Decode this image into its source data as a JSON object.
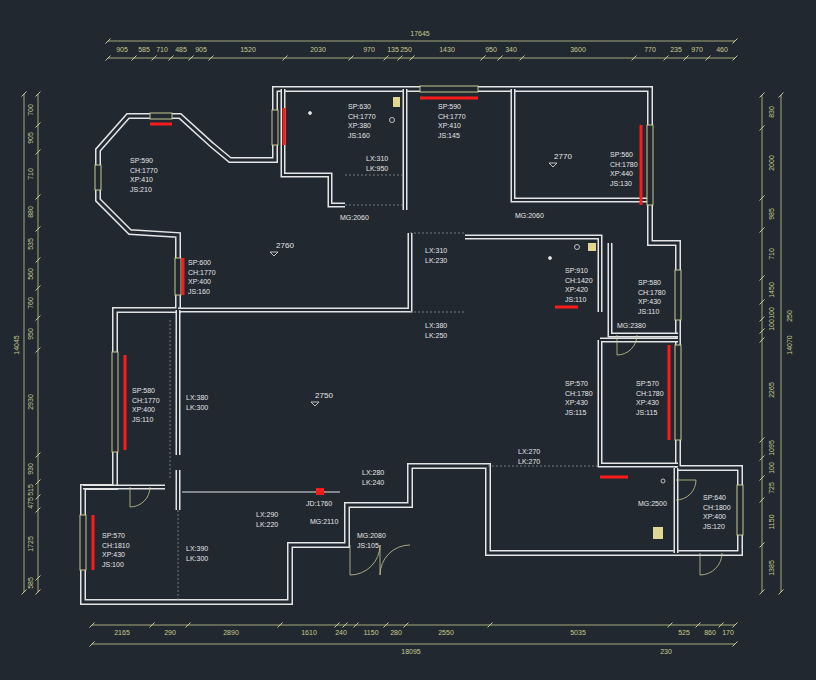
{
  "diagram": {
    "labels": [
      "17645",
      "905",
      "585",
      "710",
      "485",
      "905",
      "1520",
      "2030",
      "970",
      "135",
      "250",
      "1430",
      "950",
      "340",
      "3600",
      "770",
      "235",
      "970",
      "460",
      "14045",
      "700",
      "905",
      "710",
      "880",
      "535",
      "560",
      "760",
      "950",
      "2930",
      "930",
      "515",
      "475",
      "1725",
      "585",
      "830",
      "2000",
      "985",
      "710",
      "1450",
      "100",
      "100",
      "2265",
      "1095",
      "100",
      "725",
      "1150",
      "1385",
      "250",
      "14070",
      "2165",
      "290",
      "2890",
      "1610",
      "240",
      "1150",
      "280",
      "2550",
      "5035",
      "525",
      "860",
      "170",
      "18095",
      "230",
      "SP:590",
      "CH:1770",
      "XP:410",
      "JS:210",
      "SP:630",
      "CH:1770",
      "XP:380",
      "JS:160",
      "SP:590",
      "CH:1770",
      "XP:410",
      "JS:145",
      "SP:560",
      "CH:1780",
      "XP:440",
      "JS:130",
      "2770",
      "LX:310",
      "LK:950",
      "MG:2060",
      "MG:2060",
      "2760",
      "SP:600",
      "CH:1770",
      "XP:400",
      "JS:160",
      "LX:310",
      "LK:230",
      "SP:910",
      "CH:1420",
      "XP:420",
      "JS:110",
      "SP:580",
      "CH:1780",
      "XP:430",
      "JS:110",
      "MG:2380",
      "LX:380",
      "LK:250",
      "SP:580",
      "CH:1770",
      "XP:400",
      "JS:110",
      "LX:380",
      "LK:300",
      "2750",
      "SP:570",
      "CH:1780",
      "XP:430",
      "JS:115",
      "SP:570",
      "CH:1780",
      "XP:430",
      "JS:115",
      "LX:270",
      "LK:270",
      "LX:280",
      "LK:240",
      "JD:1760",
      "MG:2110",
      "LX:290",
      "LK:220",
      "MG:2080",
      "JS:105",
      "LX:390",
      "LK:300",
      "SP:570",
      "CH:1810",
      "XP:430",
      "JS:100",
      "MG:2500",
      "SP:640",
      "CH:1800",
      "XP:400",
      "JS:120"
    ]
  }
}
